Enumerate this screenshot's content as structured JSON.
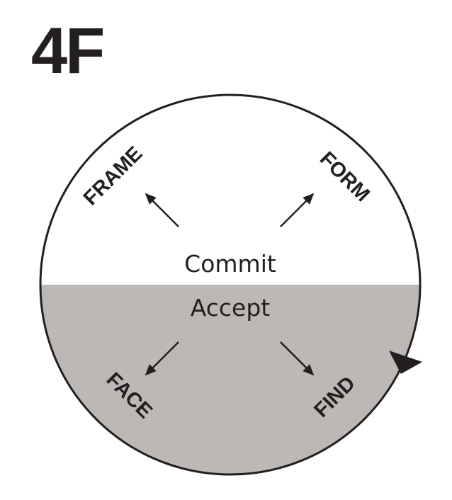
{
  "title": "4F",
  "center": {
    "top_label": "Commit",
    "bottom_label": "Accept"
  },
  "quadrants": {
    "top_left": "FRAME",
    "top_right": "FORM",
    "bottom_left": "FACE",
    "bottom_right": "FIND"
  },
  "colors": {
    "text": "#231f20",
    "lower_fill": "#bcb8b5",
    "upper_fill": "#ffffff",
    "outline": "#231f20"
  },
  "icons": {
    "arrows": [
      "arrow-up-left-icon",
      "arrow-up-right-icon",
      "arrow-down-left-icon",
      "arrow-down-right-icon"
    ],
    "cycle": "cycle-arrowhead-icon"
  }
}
